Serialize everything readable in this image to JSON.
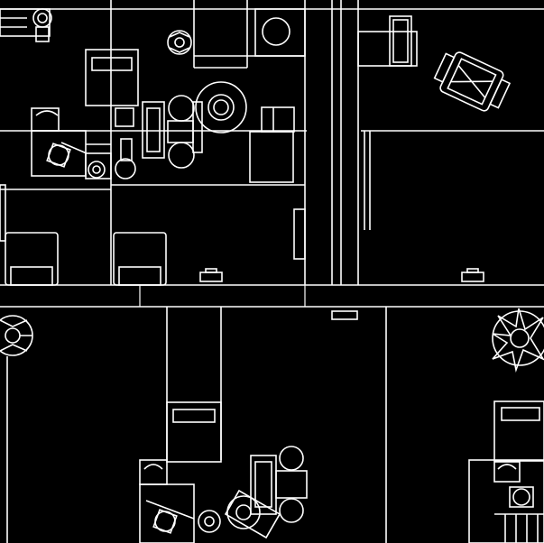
{
  "drawing": {
    "background": "#000000",
    "line_color": "#ffffff",
    "fixtures": {
      "desk-workstation": 4,
      "chair": 9,
      "round-table": 3,
      "potted-plant": 2,
      "armchair": 1,
      "sink-counter": 2
    }
  }
}
